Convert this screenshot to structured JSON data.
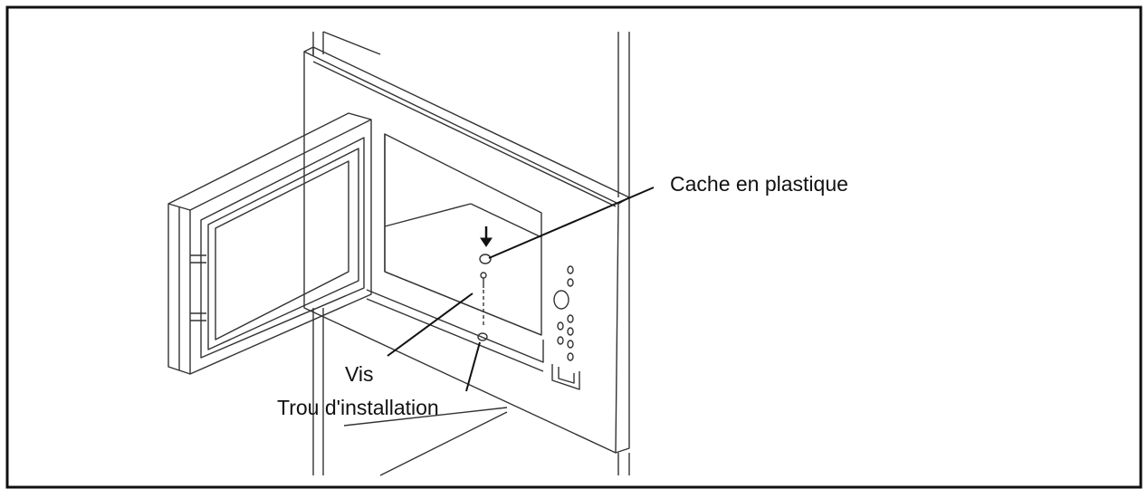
{
  "labels": {
    "plastic_cover": "Cache en plastique",
    "screw": "Vis",
    "install_hole": "Trou d'installation"
  },
  "colors": {
    "line": "#222222",
    "border": "#111111",
    "background": "#ffffff"
  },
  "icons": [
    "down-arrow-icon",
    "control-panel-buttons",
    "door-handle"
  ]
}
